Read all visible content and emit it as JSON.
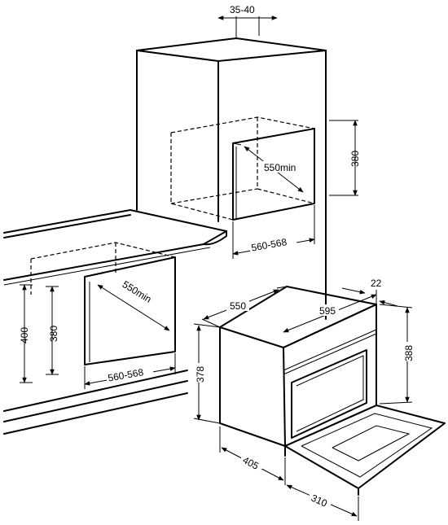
{
  "dimensions": {
    "top_gap": "35-40",
    "upper_depth": "550min",
    "upper_height": "380",
    "upper_width": "560-568",
    "lower_depth": "550min",
    "lower_outer_height": "400",
    "lower_inner_height": "380",
    "lower_width": "560-568",
    "oven_depth": "550",
    "oven_width": "595",
    "oven_offset": "22",
    "oven_side_height": "378",
    "oven_front_height": "388",
    "oven_base_depth": "405",
    "door_depth": "310"
  }
}
